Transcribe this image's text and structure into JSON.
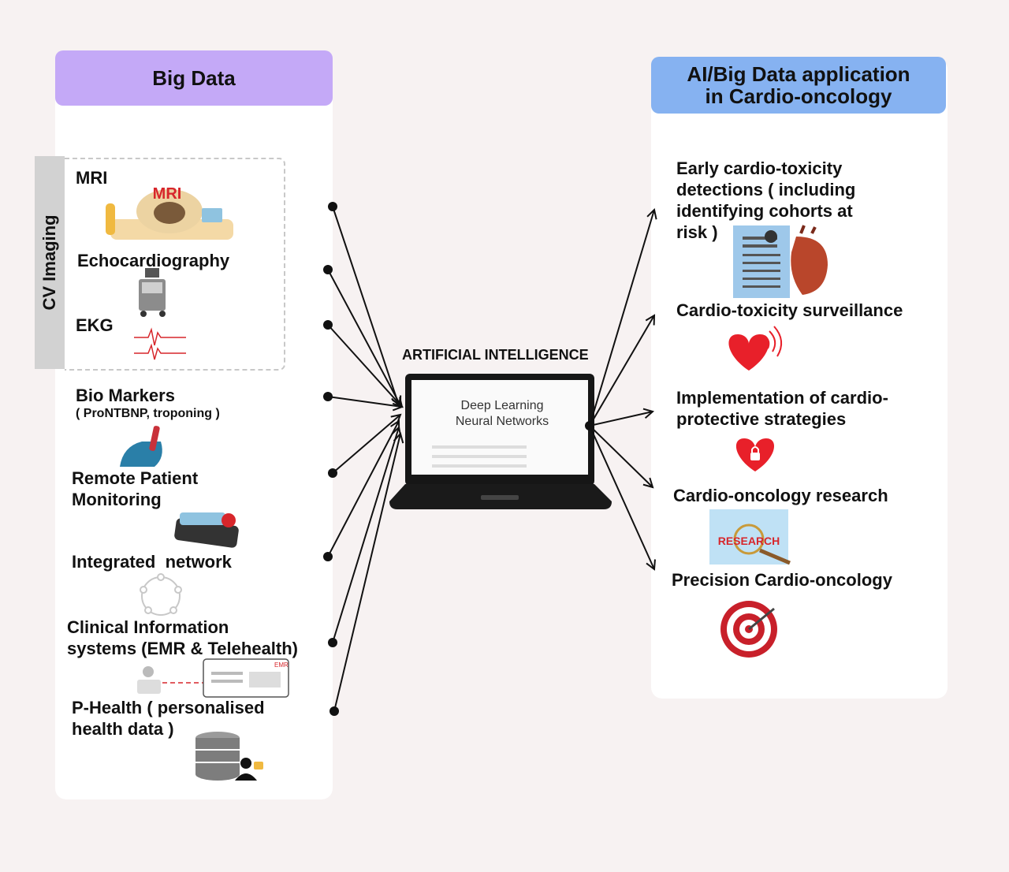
{
  "left_panel": {
    "header": "Big Data",
    "cv_imaging_label": "CV Imaging",
    "mri": "MRI",
    "mri_sign": "MRI",
    "echo": "Echocardiography",
    "ekg": "EKG",
    "biomarkers": "Bio Markers",
    "biomarkers_sub": "( ProNTBNP, troponing )",
    "rpm_line1": "Remote Patient",
    "rpm_line2": "Monitoring",
    "integrated": "Integrated  network",
    "clinical_line1": "Clinical Information",
    "clinical_line2": "systems (EMR & Telehealth)",
    "emr_tag": "EMR",
    "phealth_line1": "P-Health ( personalised",
    "phealth_line2": "health data )"
  },
  "center": {
    "ai_label": "ARTIFICIAL INTELLIGENCE",
    "screen_line1": "Deep Learning",
    "screen_line2": "Neural Networks"
  },
  "right_panel": {
    "header_line1": "AI/Big Data application",
    "header_line2": "in Cardio-oncology",
    "item1_line1": "Early cardio-toxicity",
    "item1_line2": "detections ( including",
    "item1_line3": "identifying cohorts at",
    "item1_line4": "risk )",
    "item2": "Cardio-toxicity surveillance",
    "item3_line1": "Implementation of cardio-",
    "item3_line2": "protective strategies",
    "item4": "Cardio-oncology research",
    "research_word": "RESEARCH",
    "item5": "Precision Cardio-oncology"
  },
  "colors": {
    "left_header": "#c4a9f7",
    "right_header": "#86b2f1",
    "heart": "#e8202a"
  }
}
